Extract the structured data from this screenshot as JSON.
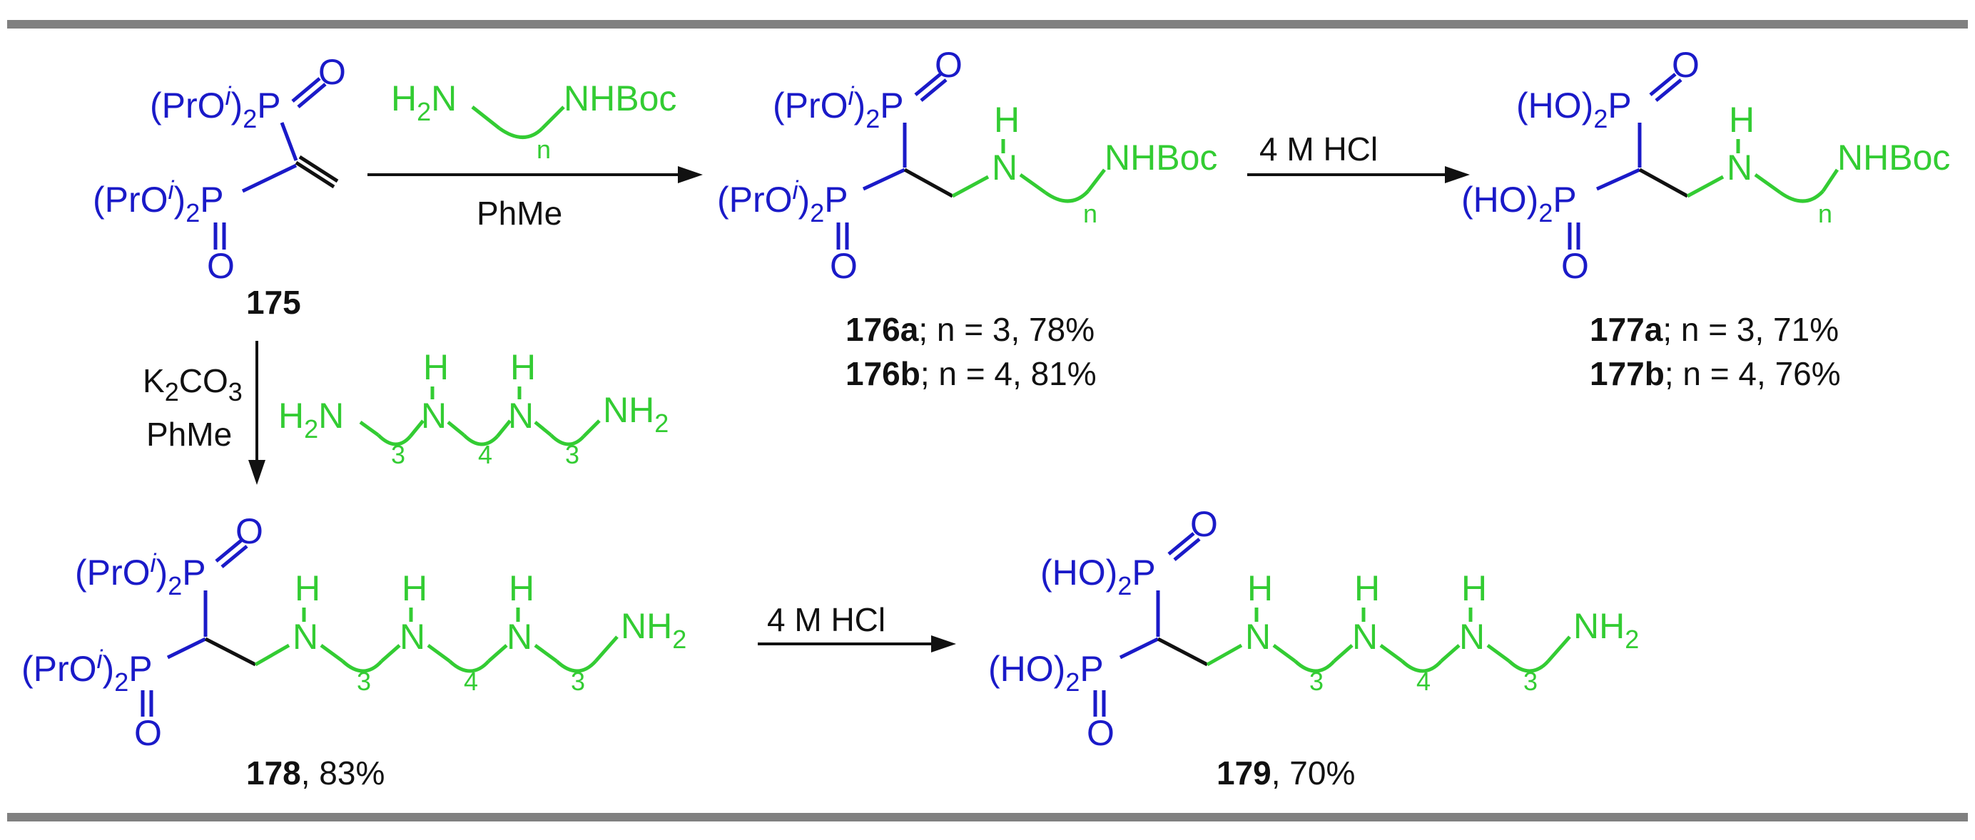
{
  "colors": {
    "phosphonate": "#1a1ac8",
    "amine": "#33cc33",
    "text": "#111111",
    "rule": "#808080"
  },
  "groups": {
    "iso": "(PrO",
    "iso_i": "i",
    "iso_close": ")",
    "hydroxy": "(HO)",
    "sub2": "2",
    "sub3": "3",
    "sub4": "4",
    "subn": "n",
    "P": "P",
    "O": "O",
    "N": "N",
    "H": "H",
    "NHBoc": "NHBoc",
    "H2N_H": "H",
    "H2N_N": "N",
    "NH2_N": "NH"
  },
  "compounds": {
    "c175": {
      "label": "175"
    },
    "c176": {
      "a_bold": "176a",
      "a_rest": "; n = 3, 78%",
      "b_bold": "176b",
      "b_rest": "; n = 4, 81%"
    },
    "c177": {
      "a_bold": "177a",
      "a_rest": "; n = 3, 71%",
      "b_bold": "177b",
      "b_rest": "; n = 4, 76%"
    },
    "c178": {
      "bold": "178",
      "rest": ", 83%"
    },
    "c179": {
      "bold": "179",
      "rest": ", 70%"
    }
  },
  "reagents": {
    "step1_solvent": "PhMe",
    "step2_acid": "4 M HCl",
    "step3_base": "K",
    "step3_base_sub": "2",
    "step3_base_tail": "CO",
    "step3_base_sub2": "3",
    "step3_solvent": "PhMe",
    "step4_acid": "4 M HCl"
  }
}
